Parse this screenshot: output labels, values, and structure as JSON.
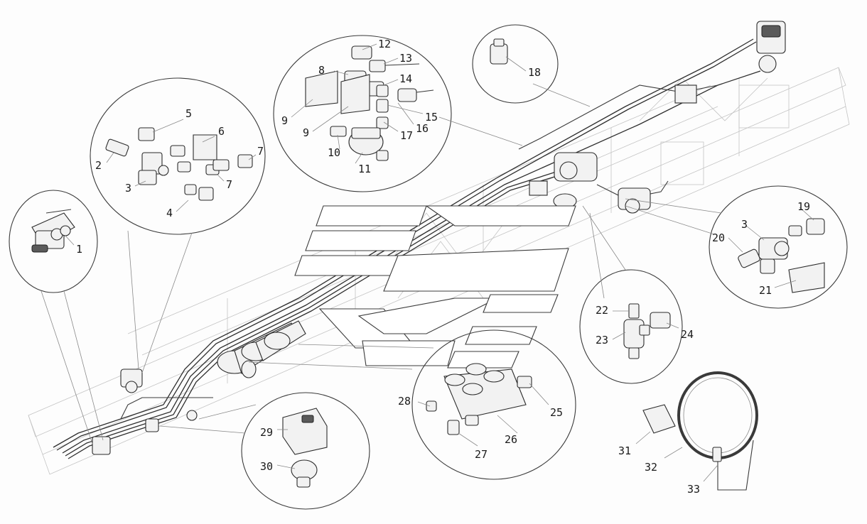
{
  "diagram": {
    "callouts": [
      {
        "id": "c1",
        "text": "1"
      },
      {
        "id": "c2",
        "text": "2"
      },
      {
        "id": "c3a",
        "text": "3"
      },
      {
        "id": "c4",
        "text": "4"
      },
      {
        "id": "c5",
        "text": "5"
      },
      {
        "id": "c6",
        "text": "6"
      },
      {
        "id": "c7a",
        "text": "7"
      },
      {
        "id": "c7b",
        "text": "7"
      },
      {
        "id": "c8",
        "text": "8"
      },
      {
        "id": "c9a",
        "text": "9"
      },
      {
        "id": "c9b",
        "text": "9"
      },
      {
        "id": "c10",
        "text": "10"
      },
      {
        "id": "c11",
        "text": "11"
      },
      {
        "id": "c12",
        "text": "12"
      },
      {
        "id": "c13",
        "text": "13"
      },
      {
        "id": "c14",
        "text": "14"
      },
      {
        "id": "c15",
        "text": "15"
      },
      {
        "id": "c16",
        "text": "16"
      },
      {
        "id": "c17",
        "text": "17"
      },
      {
        "id": "c18",
        "text": "18"
      },
      {
        "id": "c19",
        "text": "19"
      },
      {
        "id": "c20",
        "text": "20"
      },
      {
        "id": "c3b",
        "text": "3"
      },
      {
        "id": "c21",
        "text": "21"
      },
      {
        "id": "c22",
        "text": "22"
      },
      {
        "id": "c23",
        "text": "23"
      },
      {
        "id": "c24",
        "text": "24"
      },
      {
        "id": "c25",
        "text": "25"
      },
      {
        "id": "c26",
        "text": "26"
      },
      {
        "id": "c27",
        "text": "27"
      },
      {
        "id": "c28",
        "text": "28"
      },
      {
        "id": "c29",
        "text": "29"
      },
      {
        "id": "c30",
        "text": "30"
      },
      {
        "id": "c31",
        "text": "31"
      },
      {
        "id": "c32",
        "text": "32"
      },
      {
        "id": "c33",
        "text": "33"
      }
    ]
  }
}
